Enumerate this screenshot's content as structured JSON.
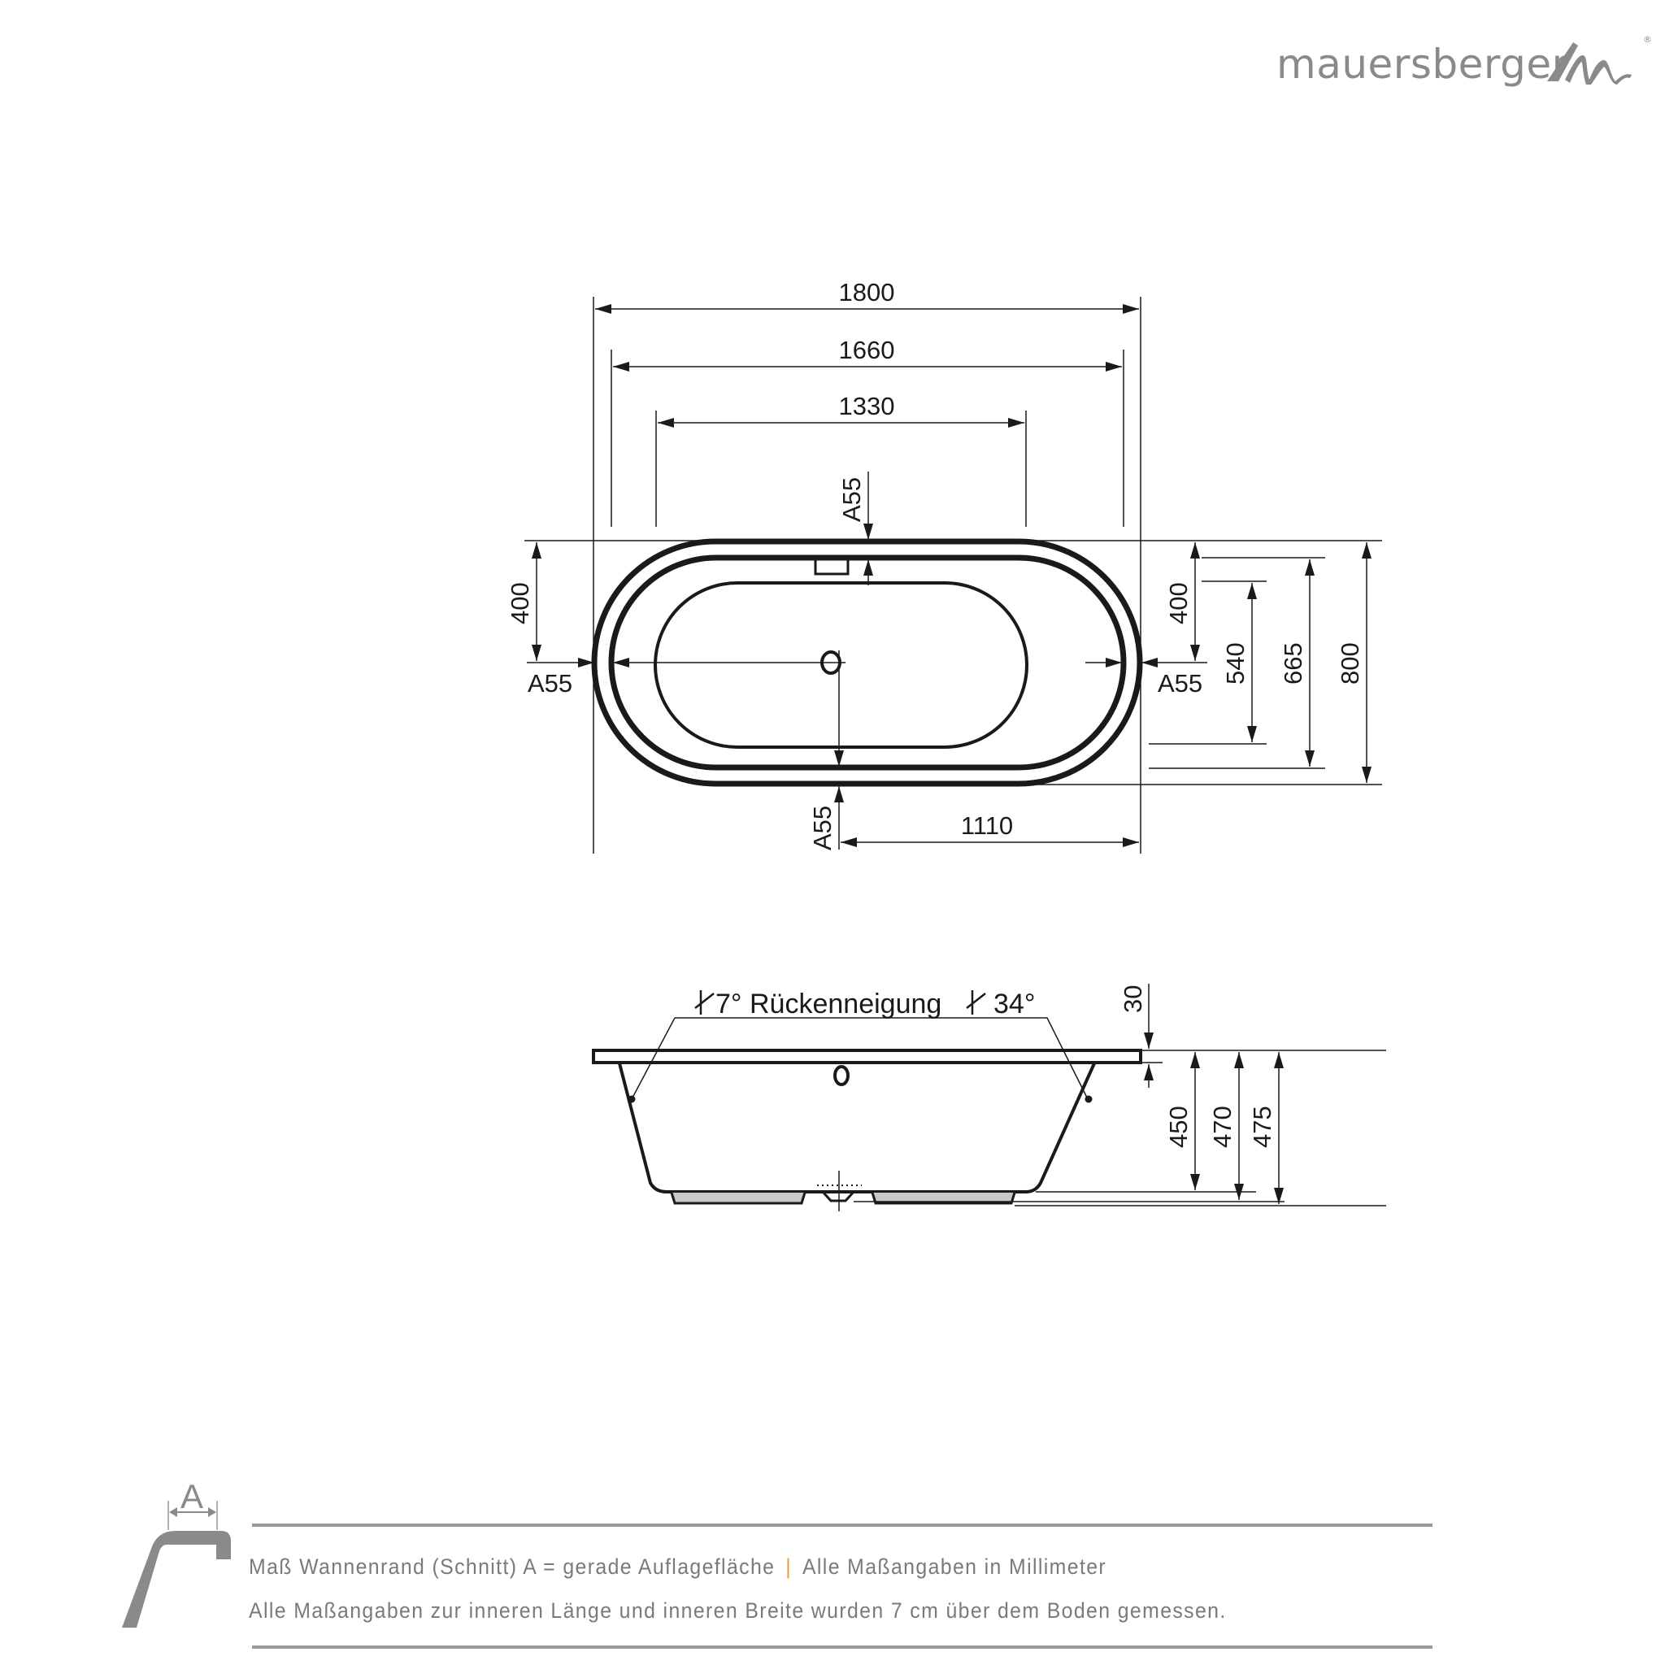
{
  "brand": {
    "name": "mauersberger",
    "registered_mark": "®",
    "logo_color": "#8a8a8a"
  },
  "top_view": {
    "overall_length": "1800",
    "inner_rim_length": "1660",
    "inner_basin_length": "1330",
    "drain_offset": "1110",
    "rim_labels": {
      "top": "A55",
      "bottom": "A55",
      "left": "A55",
      "right": "A55"
    },
    "left_half_width": "400",
    "right_half_width": "400",
    "inner_basin_width": "540",
    "inner_rim_width": "665",
    "overall_width": "800"
  },
  "side_view": {
    "back_slope_label": "Rückenneigung",
    "left_angle": "7°",
    "right_angle": "34°",
    "rim_thickness": "30",
    "height_to_base": "450",
    "height_to_feet": "470",
    "overall_height": "475"
  },
  "footer": {
    "rim_symbol_label": "A",
    "note_line1_a": "Maß Wannenrand (Schnitt) A = gerade Auflagefläche",
    "note_separator": "|",
    "note_line1_b": "Alle Maßangaben in Millimeter",
    "note_line2": "Alle Maßangaben zur inneren Länge und inneren Breite wurden 7 cm über dem Boden gemessen.",
    "accent_color": "#e8a030",
    "text_color": "#7a7a7a"
  }
}
